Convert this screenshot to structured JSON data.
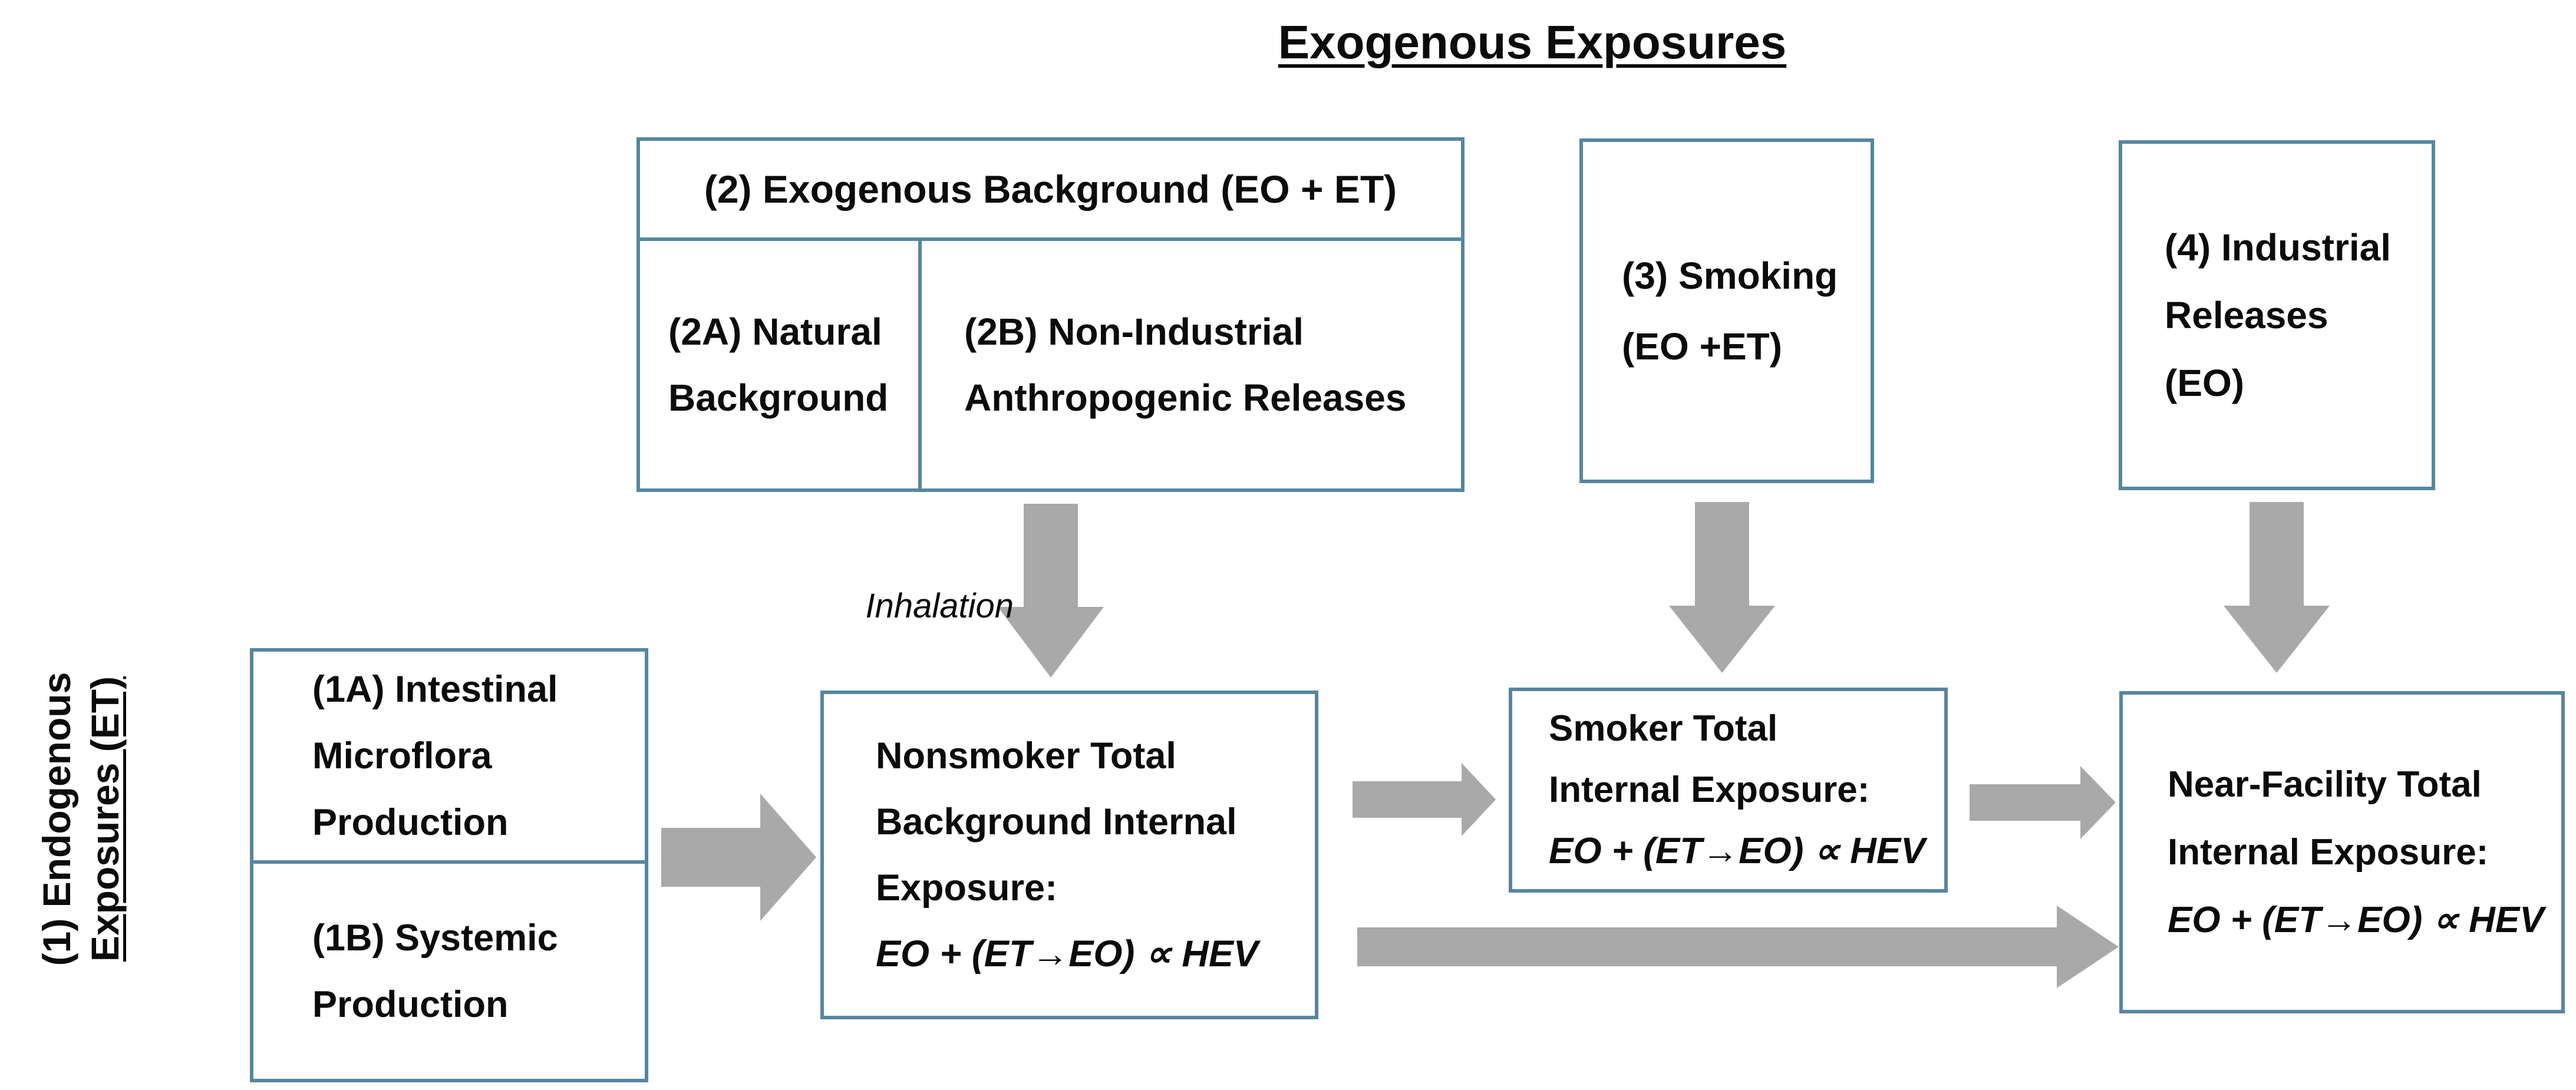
{
  "title": "Exogenous Exposures",
  "side_label": {
    "line1": "(1) Endogenous",
    "line2": "Exposures (ET)"
  },
  "inhalation_label": "Inhalation",
  "boxes": {
    "exogenous_background": {
      "header": "(2) Exogenous Background (EO + ET)",
      "natural": {
        "lines": [
          "(2A) Natural",
          "Background"
        ]
      },
      "non_industrial": {
        "lines": [
          "(2B) Non-Industrial",
          "Anthropogenic Releases"
        ]
      }
    },
    "smoking": {
      "lines": [
        "(3) Smoking",
        "(EO +ET)"
      ]
    },
    "industrial": {
      "lines": [
        "(4) Industrial",
        "Releases",
        "(EO)"
      ]
    },
    "intestinal": {
      "lines": [
        "(1A) Intestinal",
        "Microflora",
        "Production"
      ]
    },
    "systemic": {
      "lines": [
        "(1B) Systemic",
        "Production"
      ]
    },
    "nonsmoker": {
      "lines": [
        "Nonsmoker Total",
        "Background Internal",
        "Exposure:"
      ],
      "formula": "EO + (ET→EO) ∝ HEV"
    },
    "smoker": {
      "lines": [
        "Smoker Total",
        "Internal Exposure:"
      ],
      "formula": "EO + (ET→EO) ∝ HEV"
    },
    "near_facility": {
      "lines": [
        "Near-Facility Total",
        "Internal Exposure:"
      ],
      "formula": "EO + (ET→EO) ∝ HEV"
    }
  },
  "colors": {
    "border_blue": "#57869f",
    "arrow_gray": "#a9a9a9",
    "text_black": "#0b0b0b"
  }
}
